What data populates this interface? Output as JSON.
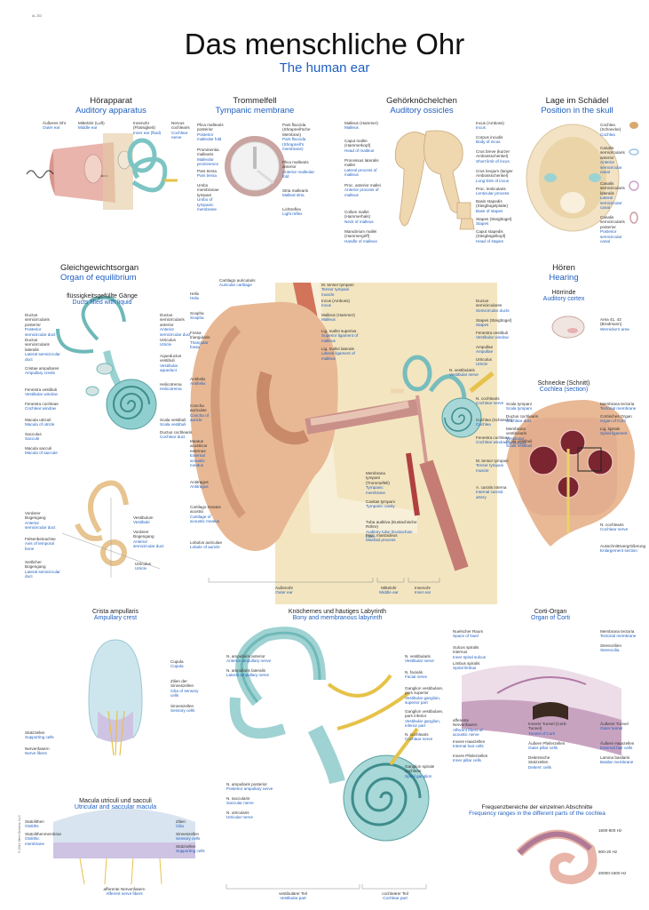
{
  "page": {
    "number": "AL 202",
    "title_de": "Das menschliche Ohr",
    "title_en": "The human ear",
    "copyright": "© 2012 Stein Dreams, LLC"
  },
  "sections": {
    "auditory": {
      "de": "Hörapparat",
      "en": "Auditory apparatus"
    },
    "tympanic": {
      "de": "Trommelfell",
      "en": "Tympanic membrane"
    },
    "ossicles": {
      "de": "Gehörknöchelchen",
      "en": "Auditory ossicles"
    },
    "skull": {
      "de": "Lage im Schädel",
      "en": "Position in the skull"
    },
    "equilibrium": {
      "de": "Gleichgewichtsorgan",
      "en": "Organ of equilibrium"
    },
    "ducts": {
      "de": "flüssigkeitsgefüllte Gänge",
      "en": "Ducts filled with liquid"
    },
    "hearing": {
      "de": "Hören",
      "en": "Hearing"
    },
    "cortex": {
      "de": "Hörrinde",
      "en": "Auditory cortex"
    },
    "cochlea": {
      "de": "Schnecke (Schnitt)",
      "en": "Cochlea (section)"
    },
    "crista": {
      "de": "Crista ampullaris",
      "en": "Ampullary crest"
    },
    "labyrinth": {
      "de": "Knöchernes und häutiges Labyrinth",
      "en": "Bony and membranous labyrinth"
    },
    "corti": {
      "de": "Corti-Organ",
      "en": "Organ of Corti"
    },
    "macula": {
      "de": "Macula utriculi und sacculi",
      "en": "Utricular and saccular macula"
    },
    "frequency": {
      "de": "Frequenzbereiche der einzelnen Abschnitte",
      "en": "Frequency ranges in the different parts of the cochlea"
    }
  },
  "labels": {
    "aud_outer": {
      "de": "Äußeres Ohr",
      "en": "Outer ear"
    },
    "aud_middle": {
      "de": "Mittelohr (Luft)",
      "en": "Middle ear"
    },
    "aud_inner": {
      "de": "Innenohr (Flüssigkeit)",
      "en": "Inner ear (fluid)"
    },
    "aud_nerve": {
      "de": "Nervus cochlearis",
      "en": "Cochlear nerve"
    },
    "tym_l1": {
      "de": "Plica mallearis posterior",
      "en": "Posterior malleolar fold"
    },
    "tym_l2": {
      "de": "Prominentia mallearis",
      "en": "Malleolar prominence"
    },
    "tym_l3": {
      "de": "Pars tensa",
      "en": "Pars tensa"
    },
    "tym_l4": {
      "de": "Umbo membranae tympani",
      "en": "Umbo of tympanic membrane"
    },
    "tym_r1": {
      "de": "Pars flaccida (Shrapnell'sche Membran)",
      "en": "Pars flaccida (Shrapnell's membrane)"
    },
    "tym_r2": {
      "de": "Plica mallearis anterior",
      "en": "Anterior malleolar fold"
    },
    "tym_r3": {
      "de": "Stria mallearis",
      "en": "Malleal stria"
    },
    "tym_r4": {
      "de": "Lichtreflex",
      "en": "Light reflex"
    },
    "oss_l1": {
      "de": "Malleus (Hammer)",
      "en": "Malleus"
    },
    "oss_l2": {
      "de": "Caput mallei (Hammerkopf)",
      "en": "Head of malleus"
    },
    "oss_l3": {
      "de": "Processus lateralis mallei",
      "en": "Lateral process of malleus"
    },
    "oss_l4": {
      "de": "Proc. anterior mallei",
      "en": "Anterior process of malleus"
    },
    "oss_l5": {
      "de": "Collum mallei (Hammerhals)",
      "en": "Neck of malleus"
    },
    "oss_l6": {
      "de": "Manubrium mallei (Hammergriff)",
      "en": "Handle of malleus"
    },
    "oss_r1": {
      "de": "Incus (Amboss)",
      "en": "Incus"
    },
    "oss_r2": {
      "de": "Corpus incudis",
      "en": "Body of incus"
    },
    "oss_r3": {
      "de": "Crus breve (kurzer Ambossschenkel)",
      "en": "Short limb of incus"
    },
    "oss_r4": {
      "de": "Crus longum (langer Ambossschenkel)",
      "en": "Long limb of incus"
    },
    "oss_r5": {
      "de": "Proc. lenticularis",
      "en": "Lenticular process"
    },
    "oss_r6": {
      "de": "Basis stapedis (Steigbügelplatte)",
      "en": "Base of stapes"
    },
    "oss_r7": {
      "de": "Stapes (Steigbügel)",
      "en": "Stapes"
    },
    "oss_r8": {
      "de": "Caput stapedis (Steigbügelkopf)",
      "en": "Head of stapes"
    },
    "sk_1": {
      "de": "Cochlea (Schnecke)",
      "en": "Cochlea"
    },
    "sk_2": {
      "de": "Canalis semicircularis anterior",
      "en": "Anterior semicircular canal"
    },
    "sk_3": {
      "de": "Canalis semicircularis lateralis",
      "en": "Lateral semicircular canal"
    },
    "sk_4": {
      "de": "Canalis semicircularis posterior",
      "en": "Posterior semicircular canal"
    },
    "eq_l1": {
      "de": "Ductus semicircularis posterior",
      "en": "Posterior semicircular duct"
    },
    "eq_l2": {
      "de": "Ductus semicircularis lateralis",
      "en": "Lateral semicircular duct"
    },
    "eq_l3": {
      "de": "Cristae ampullares",
      "en": "Ampullary crests"
    },
    "eq_l4": {
      "de": "Fenestra vestibuli",
      "en": "Vestibular window"
    },
    "eq_l5": {
      "de": "Fenestra cochleae",
      "en": "Cochlear window"
    },
    "eq_l6": {
      "de": "Macula utriculi",
      "en": "Macula of utricle"
    },
    "eq_l7": {
      "de": "Sacculus",
      "en": "Saccule"
    },
    "eq_l8": {
      "de": "Macula sacculi",
      "en": "Macula of saccule"
    },
    "eq_r1": {
      "de": "Ductus semicircularis anterior",
      "en": "Anterior semicircular duct"
    },
    "eq_r2": {
      "de": "Utriculus",
      "en": "Utricle"
    },
    "eq_r3": {
      "de": "Aqueductus vestibuli",
      "en": "Vestibular aqueduct"
    },
    "eq_r4": {
      "de": "Helicotrema",
      "en": "Helicotrema"
    },
    "eq_r5": {
      "de": "Scala vestibuli",
      "en": "Scala vestibuli"
    },
    "eq_r6": {
      "de": "Ductus cochlearis",
      "en": "Cochlear duct"
    },
    "bl_l1": {
      "de": "Vorderer Bogengang",
      "en": "Anterior semicircular duct"
    },
    "bl_l2": {
      "de": "Felsenbeinachse",
      "en": "Axis of temporal bone"
    },
    "bl_l3": {
      "de": "Seitlicher Bogengang",
      "en": "Lateral semicircular duct"
    },
    "bl_r1": {
      "de": "Vestibulum",
      "en": "Vestibule"
    },
    "bl_r2": {
      "de": "Vorderer Bogengang",
      "en": "Anterior semicircular duct"
    },
    "bl_r3": {
      "de": "Utriculus",
      "en": "Utricle"
    },
    "main_l1": {
      "de": "Cartilago auricularis",
      "en": "Auricular cartilage"
    },
    "main_l2": {
      "de": "Helix",
      "en": "Helix"
    },
    "main_l3": {
      "de": "Scapha",
      "en": "Scapha"
    },
    "main_l4": {
      "de": "Fossa triangularis",
      "en": "Triangular fossa"
    },
    "main_l5": {
      "de": "Antihelix",
      "en": "Antihelix"
    },
    "main_l6": {
      "de": "Concha auriculae",
      "en": "Concha of auricle"
    },
    "main_l7": {
      "de": "Meatus acusticus externus",
      "en": "External acoustic meatus"
    },
    "main_l8": {
      "de": "Antitragus",
      "en": "Antitragus"
    },
    "main_l9": {
      "de": "Cartilago meatus acustici",
      "en": "Cartilage of acoustic meatus"
    },
    "main_l10": {
      "de": "Lobulus auriculae",
      "en": "Lobule of auricle"
    },
    "main_r1": {
      "de": "M. tensor tympani",
      "en": "Tensor tympani muscle"
    },
    "main_r2": {
      "de": "Incus (Amboss)",
      "en": "Incus"
    },
    "main_r3": {
      "de": "Malleus (Hammer)",
      "en": "Malleus"
    },
    "main_r4": {
      "de": "Lig. mallei superius",
      "en": "Superior ligament of malleus"
    },
    "main_r5": {
      "de": "Lig. mallei laterale",
      "en": "Lateral ligament of malleus"
    },
    "main_r6": {
      "de": "Membrana tympani (Trommelfell)",
      "en": "Tympanic membrane"
    },
    "main_r7": {
      "de": "Cavitas tympani",
      "en": "Tympanic cavity"
    },
    "main_r8": {
      "de": "Tuba auditiva (Eustachische Röhre)",
      "en": "Auditory tube (Eustachian tube)"
    },
    "main_r9": {
      "de": "Proc. mastoideus",
      "en": "Mastoid process"
    },
    "main_c1": {
      "de": "Ductus semicirculares",
      "en": "Semicircular ducts"
    },
    "main_c2": {
      "de": "Stapes (Steigbügel)",
      "en": "Stapes"
    },
    "main_c3": {
      "de": "Fenestra vestibuli",
      "en": "Vestibular window"
    },
    "main_c4": {
      "de": "Ampullae",
      "en": "Ampullae"
    },
    "main_c5": {
      "de": "Utriculus",
      "en": "Utricle"
    },
    "main_c6": {
      "de": "N. vestibularis",
      "en": "Vestibular nerve"
    },
    "main_c7": {
      "de": "N. cochlearis",
      "en": "Cochlear nerve"
    },
    "main_c8": {
      "de": "Cochlea (Schnecke)",
      "en": "Cochlea"
    },
    "main_c9": {
      "de": "Fenestra cochleae",
      "en": "Cochlear window"
    },
    "main_c10": {
      "de": "M. tensor tympani",
      "en": "Tensor tympani muscle"
    },
    "main_c11": {
      "de": "A. carotis interna",
      "en": "Internal carotid artery"
    },
    "bottom_outer": {
      "de": "Außenohr",
      "en": "Outer ear"
    },
    "bottom_middle": {
      "de": "Mittelohr",
      "en": "Middle ear"
    },
    "bottom_inner": {
      "de": "Innenohr",
      "en": "Inner ear"
    },
    "cx_1": {
      "de": "Area 41, 42 (Brodmann)",
      "en": "Wernicke's area"
    },
    "co_l1": {
      "de": "Scala tympani",
      "en": "Scala tympani"
    },
    "co_l2": {
      "de": "Ductus cochlearis",
      "en": "Cochlear duct"
    },
    "co_l3": {
      "de": "Membrana vestibularis",
      "en": "Vestibular membrane"
    },
    "co_l4": {
      "de": "Scala vestibuli",
      "en": "Scala vestibuli"
    },
    "co_r1": {
      "de": "Membrana tectoria",
      "en": "Tectorial membrane"
    },
    "co_r2": {
      "de": "Cortisches Organ",
      "en": "Organ of Corti"
    },
    "co_r3": {
      "de": "Lig. spirale",
      "en": "Spiral ligament"
    },
    "co_r4": {
      "de": "N. cochlearis",
      "en": "Cochlear nerve"
    },
    "co_r5": {
      "de": "Ausschnittsvergrößerung",
      "en": "Enlargement section"
    },
    "cr_1": {
      "de": "Cupula",
      "en": "Cupula"
    },
    "cr_2": {
      "de": "Zilien der Sinneszellen",
      "en": "Cilia of sensory cells"
    },
    "cr_3": {
      "de": "Sinneszellen",
      "en": "Sensory cells"
    },
    "cr_4": {
      "de": "Stützzellen",
      "en": "Supporting cells"
    },
    "cr_5": {
      "de": "Nervenfasern",
      "en": "Nerve fibers"
    },
    "la_l1": {
      "de": "N. ampullaris anterior",
      "en": "Anterior ampullary nerve"
    },
    "la_l2": {
      "de": "N. ampullaris lateralis",
      "en": "Lateral ampullary nerve"
    },
    "la_l3": {
      "de": "N. ampullaris posterior",
      "en": "Posterior ampullary nerve"
    },
    "la_l4": {
      "de": "N. saccularis",
      "en": "Saccular nerve"
    },
    "la_l5": {
      "de": "N. utricularis",
      "en": "Utricular nerve"
    },
    "la_r1": {
      "de": "N. vestibularis",
      "en": "Vestibular nerve"
    },
    "la_r2": {
      "de": "N. facialis",
      "en": "Facial nerve"
    },
    "la_r3": {
      "de": "Ganglion vestibulare, pars superior",
      "en": "Vestibular ganglion, superior part"
    },
    "la_r4": {
      "de": "Ganglion vestibulare, pars inferior",
      "en": "Vestibular ganglion, inferior part"
    },
    "la_r5": {
      "de": "N. cochlearis",
      "en": "Cochlear nerve"
    },
    "la_r6": {
      "de": "Ganglion spirale cochleae",
      "en": "Spiral ganglion"
    },
    "la_b1": {
      "de": "vestibulärer Teil",
      "en": "Vestibular part"
    },
    "la_b2": {
      "de": "cochleärer Teil",
      "en": "Cochlear part"
    },
    "ct_l1": {
      "de": "Nuelscher Raum",
      "en": "Space of Nuel"
    },
    "ct_l2": {
      "de": "Sulcus spiralis internus",
      "en": "Inner spiral sulcus"
    },
    "ct_l3": {
      "de": "Limbus spiralis",
      "en": "Spiral limbus"
    },
    "ct_l4": {
      "de": "afferente Nervenfasern",
      "en": "Afferent fibers of acoustic nerve"
    },
    "ct_l5": {
      "de": "Innere Haarzellen",
      "en": "Internal hair cells"
    },
    "ct_l6": {
      "de": "Innere Pfeilerzellen",
      "en": "Inner pillar cells"
    },
    "ct_r1": {
      "de": "Membrana tectoria",
      "en": "Tectorial membrane"
    },
    "ct_r2": {
      "de": "Stereozilien",
      "en": "Stereocilia"
    },
    "ct_r3": {
      "de": "Äußerer Tunnel",
      "en": "Outer tunnel"
    },
    "ct_r4": {
      "de": "Äußere Haarzellen",
      "en": "External hair cells"
    },
    "ct_r5": {
      "de": "Lamina basilaris",
      "en": "Basilar membrane"
    },
    "ct_m1": {
      "de": "Innerer Tunnel (Corti-Tunnel)",
      "en": "Tunnel of Corti"
    },
    "ct_m2": {
      "de": "Äußere Pfeilerzellen",
      "en": "Outer pillar cells"
    },
    "ct_m3": {
      "de": "Deiterssche Stützzellen",
      "en": "Deiters' cells"
    },
    "ma_l1": {
      "de": "Statolithen",
      "en": "Otoliths"
    },
    "ma_l2": {
      "de": "Statolithenmembran",
      "en": "Otolithic membrane"
    },
    "ma_r1": {
      "de": "Zilien",
      "en": "Cilia"
    },
    "ma_r2": {
      "de": "Sinneszellen",
      "en": "Sensory cells"
    },
    "ma_r3": {
      "de": "Stützzellen",
      "en": "Supporting cells"
    },
    "ma_b1": {
      "de": "afferente Nervenfasern",
      "en": "Afferent nerve fibers"
    },
    "fr_1": {
      "de": "1600-800 Hz",
      "en": ""
    },
    "fr_2": {
      "de": "800-20 Hz",
      "en": ""
    },
    "fr_3": {
      "de": "20000-1600 Hz",
      "en": ""
    }
  }
}
